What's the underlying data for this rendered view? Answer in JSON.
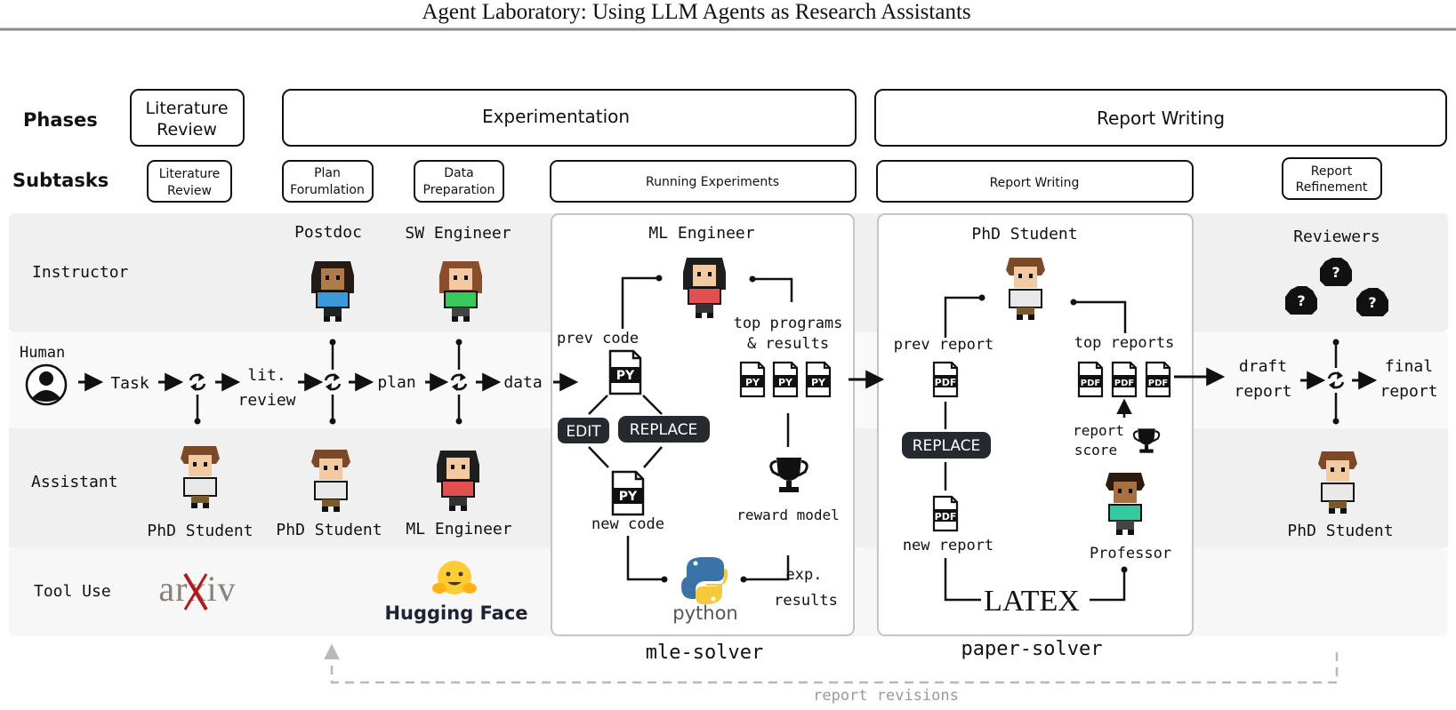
{
  "header": {
    "title": "Agent Laboratory: Using LLM Agents as Research Assistants"
  },
  "row_labels": {
    "phases": "Phases",
    "subtasks": "Subtasks",
    "instructor": "Instructor",
    "human": "Human",
    "assistant": "Assistant",
    "tool_use": "Tool Use"
  },
  "phases": {
    "literature_review": [
      "Literature",
      "Review"
    ],
    "experimentation": "Experimentation",
    "report_writing": "Report Writing"
  },
  "subtasks": {
    "literature_review": [
      "Literature",
      "Review"
    ],
    "plan_formulation": [
      "Plan",
      "Forumlation"
    ],
    "data_preparation": [
      "Data",
      "Preparation"
    ],
    "running_experiments": "Running Experiments",
    "report_writing": "Report Writing",
    "report_refinement": [
      "Report",
      "Refinement"
    ]
  },
  "instructors": {
    "postdoc": "Postdoc",
    "sw_engineer": "SW Engineer",
    "ml_engineer": "ML Engineer",
    "phd_student": "PhD Student",
    "reviewers": "Reviewers"
  },
  "assistants": {
    "phd_student_1": "PhD Student",
    "phd_student_2": "PhD Student",
    "ml_engineer": "ML Engineer",
    "phd_student_3": "PhD Student"
  },
  "flow": {
    "task": "Task",
    "lit_review": [
      "lit.",
      "review"
    ],
    "plan": "plan",
    "data": "data",
    "draft_report": [
      "draft",
      "report"
    ],
    "final_report": [
      "final",
      "report"
    ]
  },
  "mle_solver": {
    "name": "mle-solver",
    "prev_code": "prev code",
    "top_programs": [
      "top programs",
      "& results"
    ],
    "edit": "EDIT",
    "replace": "REPLACE",
    "new_code": "new code",
    "reward_model": "reward model",
    "exp_results": [
      "exp.",
      "results"
    ],
    "python": "python",
    "py": "PY"
  },
  "paper_solver": {
    "name": "paper-solver",
    "prev_report": "prev report",
    "top_reports": "top reports",
    "replace": "REPLACE",
    "report_score": [
      "report",
      "score"
    ],
    "new_report": "new report",
    "professor": "Professor",
    "latex": "LATEX",
    "pdf": "PDF"
  },
  "tools": {
    "arxiv": "arxiv",
    "hugging_face": "Hugging Face"
  },
  "feedback": {
    "label": "report revisions"
  },
  "colors": {
    "row_band": "#f0f0f0",
    "row_band_light": "#f7f7f7",
    "dark_badge": "#262a30",
    "feedback_gray": "#b8b8b8",
    "python_blue": "#3a73a8",
    "python_yellow": "#f5c93a",
    "hf_yellow": "#ffcc33",
    "arxiv_red": "#b31b1b",
    "arxiv_gray": "#8a8178"
  },
  "icons": [
    "person-silhouette-icon",
    "refresh-icon",
    "py-file-icon",
    "pdf-file-icon",
    "trophy-icon",
    "question-blob-icon",
    "python-logo-icon",
    "hugging-face-icon",
    "arxiv-logo-icon",
    "pixel-avatar-icon"
  ]
}
